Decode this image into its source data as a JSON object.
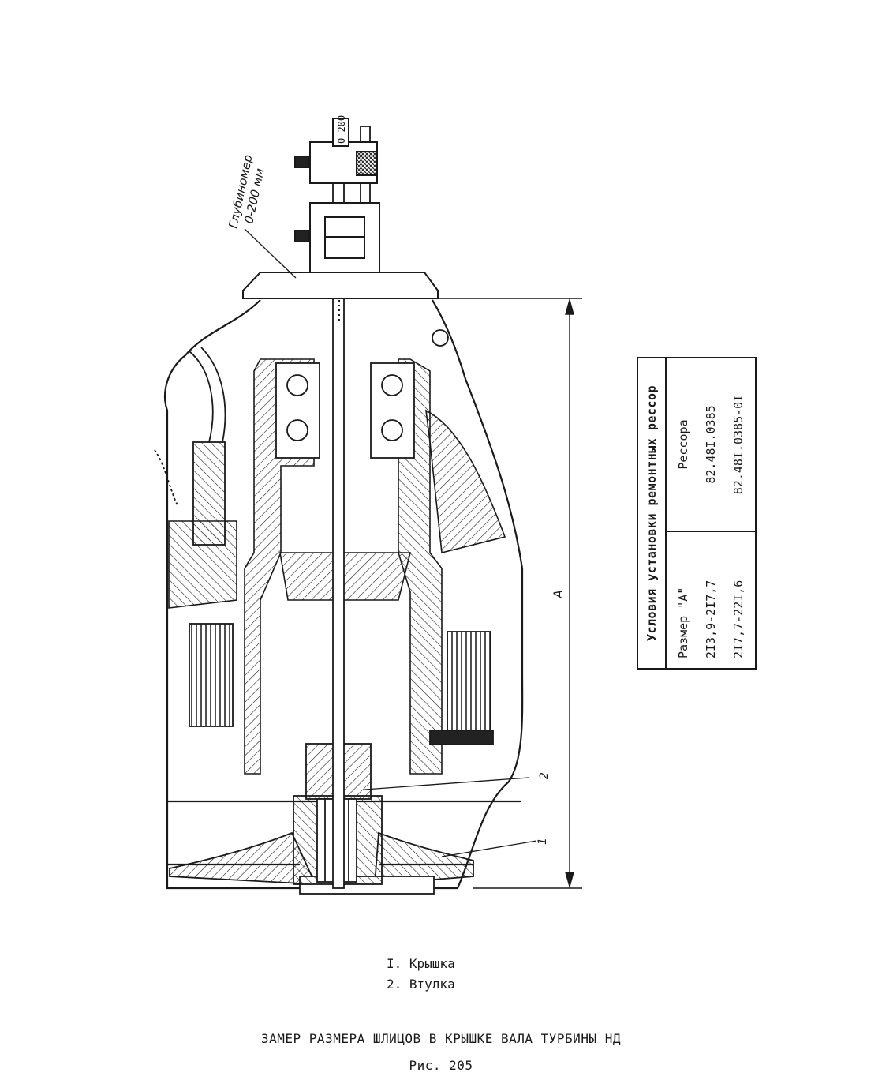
{
  "drawing": {
    "gauge_label_line1": "Глубиномер",
    "gauge_label_line2": "0-200 мм",
    "scale_label": "0-200",
    "dimension_label": "A",
    "callout_1": "1",
    "callout_2": "2"
  },
  "table": {
    "title": "Условия установки ремонтных рессор",
    "headers": [
      "Размер \"А\"",
      "Рессора"
    ],
    "rows": [
      [
        "2I3,9-2I7,7",
        "82.48I.0385"
      ],
      [
        "2I7,7-22I,6",
        "82.48I.0385-0I"
      ]
    ]
  },
  "legend": [
    "I. Крышка",
    "2. Втулка"
  ],
  "caption": {
    "title": "ЗАМЕР РАЗМЕРА ШЛИЦОВ В КРЫШКЕ ВАЛА ТУРБИНЫ НД",
    "figure": "Рис. 205"
  }
}
